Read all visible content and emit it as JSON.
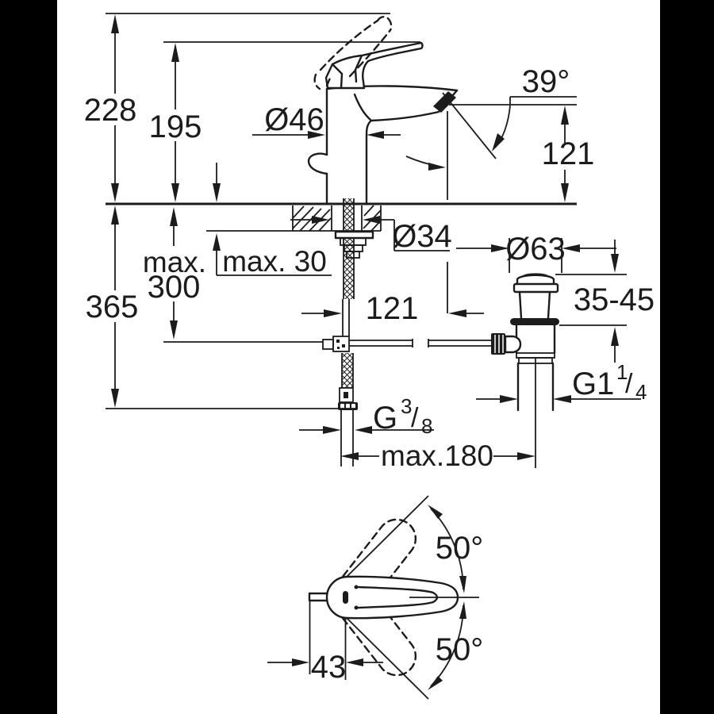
{
  "page": {
    "background": "#ffffff",
    "letterbox_color": "#000000",
    "ink_color": "#1c1c1c",
    "description": "Technical dimension drawing of a single-lever basin mixer faucet with pop-up waste set, side view with mounting parts plus top view of handle swing"
  },
  "drawing": {
    "labels": {
      "overall_height": "228",
      "height_to_handle": "195",
      "body_diameter": "Ø46",
      "spout_angle": "39°",
      "spout_height": "121",
      "shank_diameter": "Ø34",
      "hose_max_word": "max.",
      "hose_max_value": "300",
      "deck_max_thickness": "max. 30",
      "below_deck_depth": "365",
      "spout_reach": "121",
      "waste_flange_diameter": "Ø63",
      "waste_adjust_range": "35-45",
      "supply_thread": {
        "main": "G",
        "sup": "3",
        "slash": "/",
        "sub": "8"
      },
      "max_drain_offset": "max.180",
      "waste_thread": {
        "main": "G1",
        "sup": "1",
        "slash": "/",
        "sub": "4"
      },
      "handle_swing_up": "50°",
      "handle_swing_down": "50°",
      "handle_pivot_offset": "43"
    }
  }
}
